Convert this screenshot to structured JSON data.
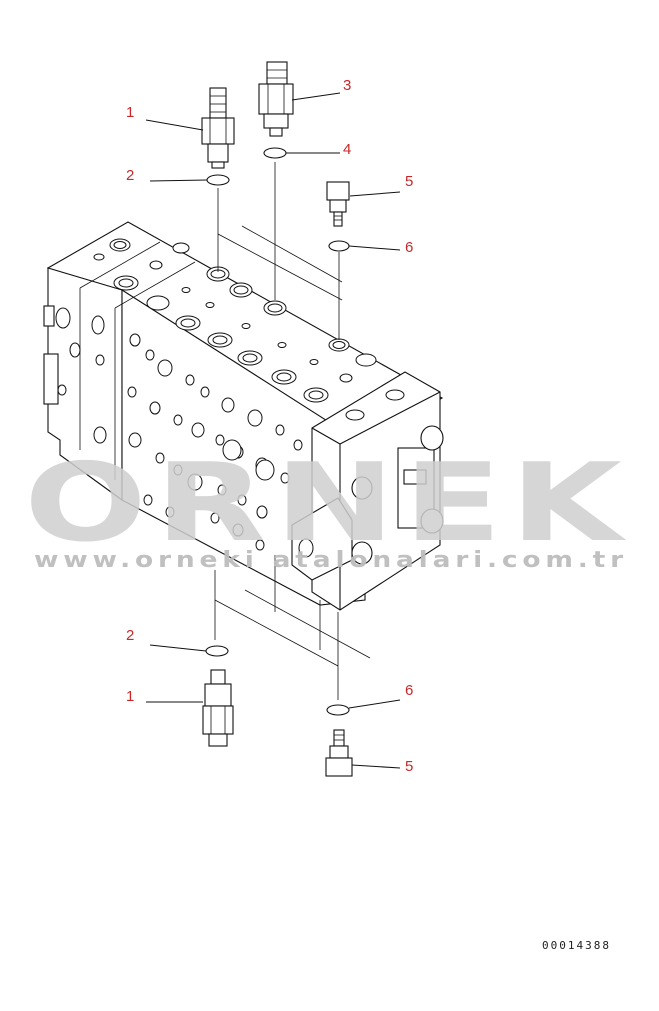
{
  "callouts": {
    "c1_top": "1",
    "c2_top": "2",
    "c3": "3",
    "c4": "4",
    "c5_top": "5",
    "c6_top": "6",
    "c2_bottom": "2",
    "c1_bottom": "1",
    "c6_bottom": "6",
    "c5_bottom": "5"
  },
  "watermark": {
    "brand": "ORNEK",
    "url": "www.orneki  atalonalari.com.tr"
  },
  "drawing_id": "00014388",
  "colors": {
    "callout": "#c8282a",
    "line": "#111111",
    "watermark": "#cfcfcf"
  }
}
